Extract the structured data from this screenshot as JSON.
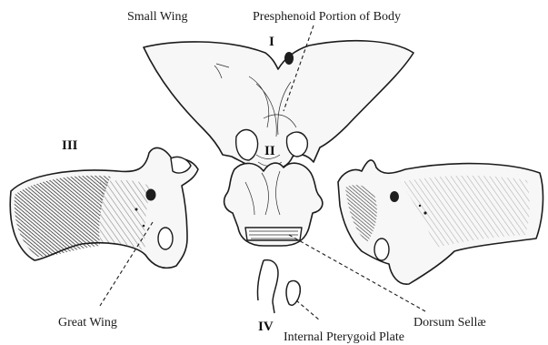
{
  "labels": {
    "small_wing": "Small Wing",
    "presphenoid": "Presphenoid Portion of Body",
    "great_wing": "Great Wing",
    "dorsum_sellae": "Dorsum Sellæ",
    "internal_pterygoid": "Internal Pterygoid Plate"
  },
  "numerals": {
    "one": "I",
    "two": "II",
    "three": "III",
    "four": "IV"
  }
}
